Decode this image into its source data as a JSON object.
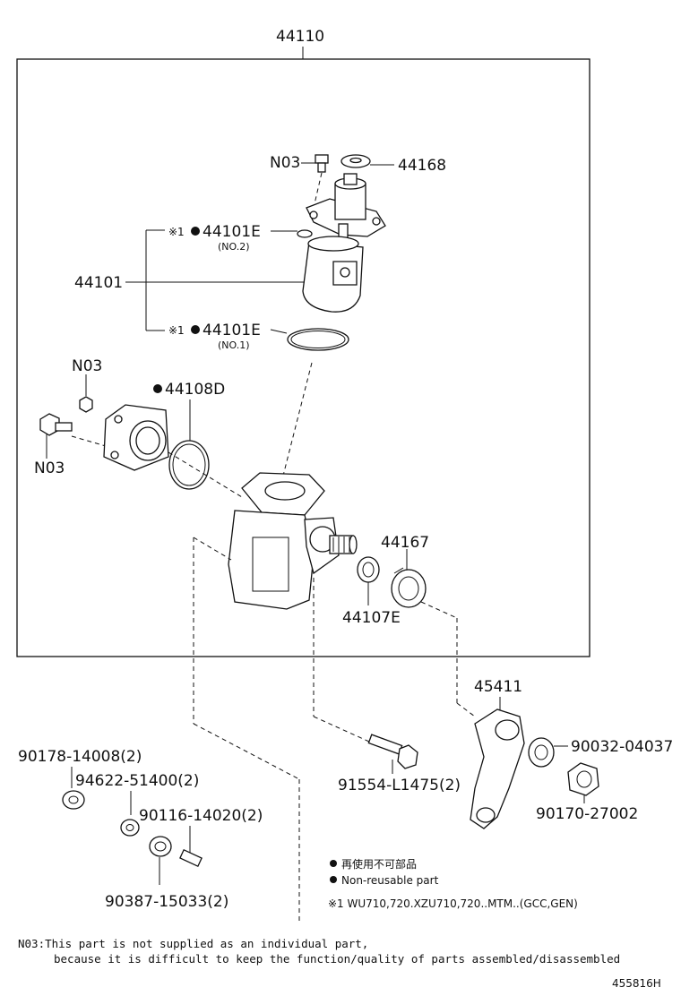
{
  "labels": {
    "assembly": "44110",
    "n03_top": "N03",
    "p44168": "44168",
    "kome1": "※1",
    "p44101e_2": "44101E",
    "no2": "(NO.2)",
    "p44101": "44101",
    "kome2": "※1",
    "p44101e_1": "44101E",
    "no1": "(NO.1)",
    "n03_mid": "N03",
    "p44108d": "44108D",
    "n03_left": "N03",
    "p44167": "44167",
    "p44107e": "44107E",
    "p45411": "45411",
    "p90178": "90178-14008(2)",
    "p94622": "94622-51400(2)",
    "p90116": "90116-14020(2)",
    "p90387": "90387-15033(2)",
    "p91554": "91554-L1475(2)",
    "p90032": "90032-04037",
    "p90170": "90170-27002"
  },
  "legend": {
    "jp": "再使用不可部品",
    "en": "Non-reusable part",
    "note": "※1 WU710,720.XZU710,720..MTM..(GCC,GEN)"
  },
  "footnote": {
    "line1": "N03:This part is not supplied as an individual part,",
    "line2": "because it is difficult to keep the function/quality of parts assembled/disassembled"
  },
  "diagram_id": "455816H"
}
